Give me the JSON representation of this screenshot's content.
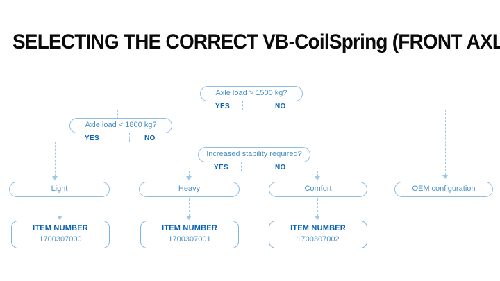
{
  "title": "SELECTING THE CORRECT VB-CoilSpring (FRONT AXLE)",
  "colors": {
    "title": "#0a0a0a",
    "box_border": "#8fbde4",
    "box_text": "#4a90c4",
    "label_blue": "#0b5fae",
    "item_title_blue": "#0b63b5",
    "connector": "#9ec9e9",
    "background": "#ffffff"
  },
  "decisions": [
    {
      "id": "axle-load-1500",
      "question": "Axle load > 1500 kg?",
      "yes_label": "YES",
      "no_label": "NO"
    },
    {
      "id": "axle-load-1800",
      "question": "Axle load < 1800 kg?",
      "yes_label": "YES",
      "no_label": "NO"
    },
    {
      "id": "increased-stability",
      "question": "Increased stability required?",
      "yes_label": "YES",
      "no_label": "NO"
    }
  ],
  "results": [
    {
      "id": "light",
      "label": "Light"
    },
    {
      "id": "heavy",
      "label": "Heavy"
    },
    {
      "id": "comfort",
      "label": "Comfort"
    },
    {
      "id": "oem",
      "label": "OEM configuration"
    }
  ],
  "items": [
    {
      "id": "item-light",
      "title": "ITEM NUMBER",
      "number": "1700307000"
    },
    {
      "id": "item-heavy",
      "title": "ITEM NUMBER",
      "number": "1700307001"
    },
    {
      "id": "item-comfort",
      "title": "ITEM NUMBER",
      "number": "1700307002"
    }
  ]
}
